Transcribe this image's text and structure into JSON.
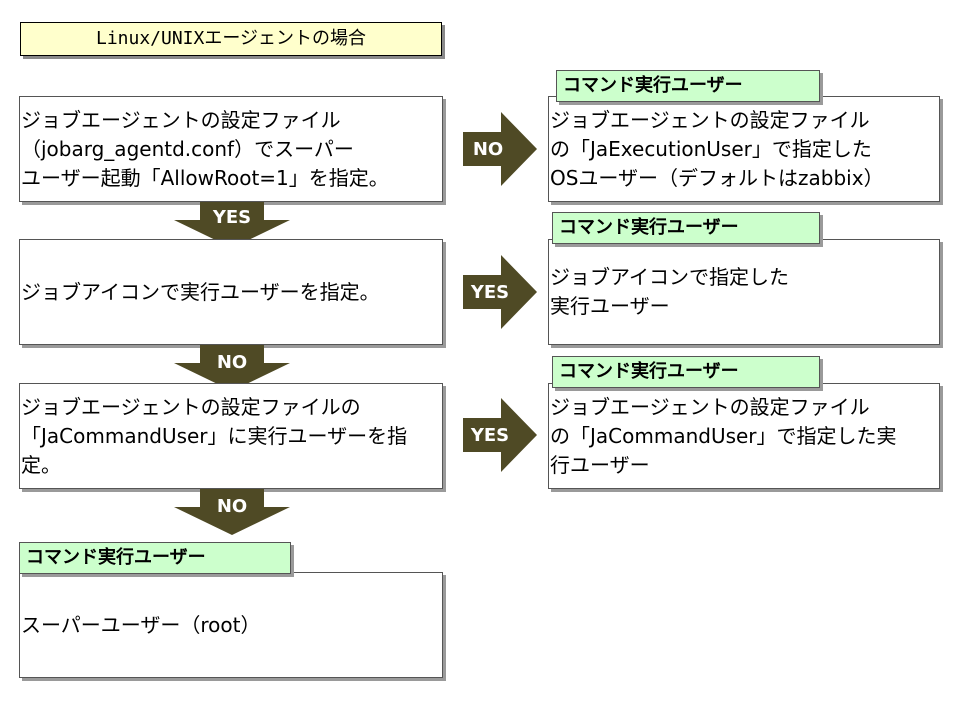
{
  "title": "Linux/UNIXエージェントの場合",
  "tag_label": "コマンド実行ユーザー",
  "steps": [
    {
      "lines": [
        "ジョブエージェントの設定ファイル",
        "（jobarg_agentd.conf）でスーパー",
        "ユーザー起動「AllowRoot=1」を指定。"
      ]
    },
    {
      "lines": [
        "ジョブアイコンで実行ユーザーを指定。"
      ]
    },
    {
      "lines": [
        "ジョブエージェントの設定ファイルの",
        "「JaCommandUser」に実行ユーザーを指",
        "定。"
      ]
    },
    {
      "lines": [
        "スーパーユーザー（root）"
      ]
    }
  ],
  "results": [
    {
      "lines": [
        "ジョブエージェントの設定ファイル",
        "の「JaExecutionUser」で指定した",
        "OSユーザー（デフォルトはzabbix）"
      ]
    },
    {
      "lines": [
        "ジョブアイコンで指定した",
        "実行ユーザー"
      ]
    },
    {
      "lines": [
        "ジョブエージェントの設定ファイル",
        "の「JaCommandUser」で指定した実",
        "行ユーザー"
      ]
    }
  ],
  "down_arrows": [
    "YES",
    "NO",
    "NO"
  ],
  "right_arrows": [
    "NO",
    "YES",
    "YES"
  ],
  "colors": {
    "arrow": "#4f4a25",
    "tag_bg": "#ccffcc",
    "title_bg": "#ffffcc"
  }
}
